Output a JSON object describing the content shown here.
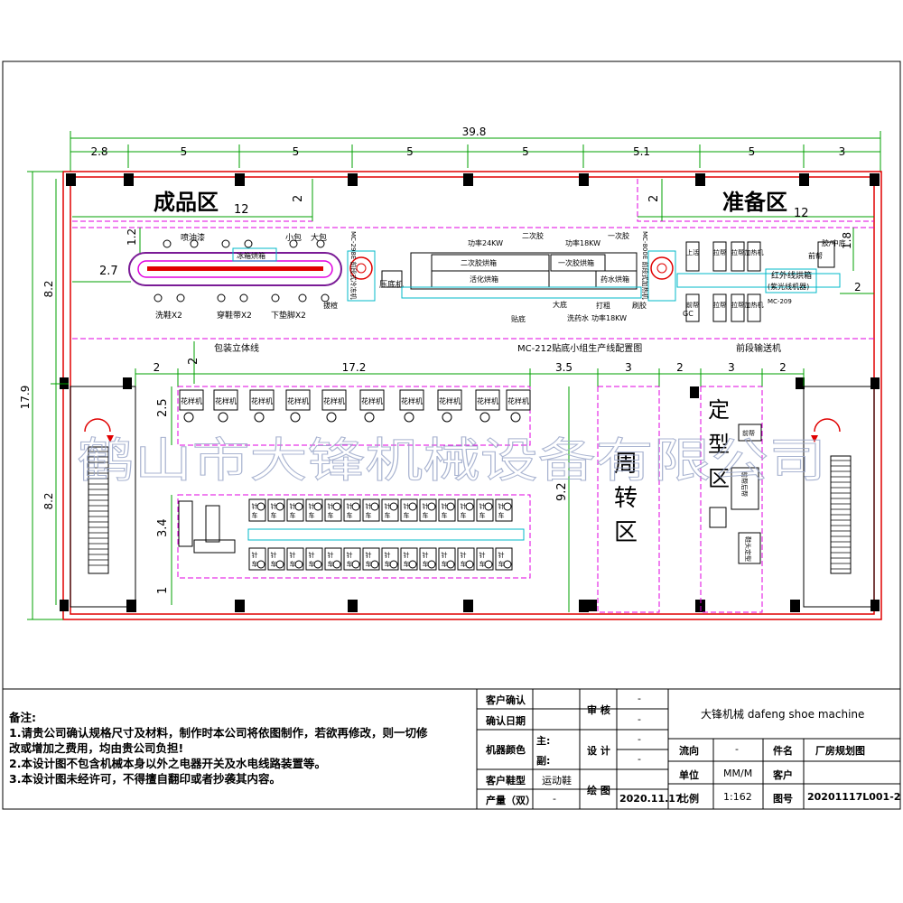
{
  "drawing": {
    "title": "MC-212贴底小组生产线配置图",
    "watermark": "鹤山市大锋机械设备有限公司",
    "zones": {
      "finished": "成品区",
      "prep": "准备区",
      "turnover": [
        "周",
        "转",
        "区"
      ],
      "setting": [
        "定",
        "型",
        "区"
      ]
    },
    "line_labels": {
      "packing": "包装立体线",
      "front_conveyor": "前段输送机"
    },
    "dimensions": {
      "overall_width": "39.8",
      "top_segments": [
        "2.8",
        "5",
        "5",
        "5",
        "5",
        "5.1",
        "5",
        "3"
      ],
      "overall_height": "17.9",
      "left_heights": [
        "8.2",
        "8.2"
      ],
      "finished_len": "12",
      "prep_len": "12",
      "finished_gap": "2",
      "prep_gap": "2",
      "left_offset": "2.7",
      "top_gap": "1.2",
      "right_gap_v": "1.8",
      "right_gap_h": "2",
      "lower_segments": [
        "2",
        "17.2",
        "3.5",
        "3",
        "2",
        "3",
        "2"
      ],
      "lower_first_v": "2",
      "lower_left_heights": [
        "2.5",
        "3.4",
        "1"
      ],
      "turnover_height": "9.2"
    },
    "machines": {
      "upper_labels": [
        "喷油漆",
        "小包",
        "大包",
        "冰箱烘箱"
      ],
      "lower_labels": [
        "洗鞋X2",
        "穿鞋带X2",
        "下垫脚X2"
      ],
      "mc_left": "MC-298E 前段式冷冻机",
      "pressor": "压底机",
      "tension": "拔楦",
      "power1": "功率24KW",
      "dryer1": "二次胶烘箱",
      "activ": "活化烘箱",
      "power2": "二次胶",
      "power3": "功率18KW",
      "glue1": "一次胶",
      "dryer2": "一次胶烘箱",
      "dryer3": "药水烘箱",
      "bottom": [
        "贴底",
        "大底",
        "洗药水",
        "打粗",
        "功率18KW",
        "刷胶"
      ],
      "mc_right": "MC-800E 前段式加热机",
      "right_cols": [
        "上活",
        "拉帮",
        "拉帮",
        "加热机",
        "前帮",
        "拉帮",
        "拉帮",
        "加热机"
      ],
      "ir": "红外线烘箱",
      "ir_sub": "(紫光线机器)",
      "gc": "GC",
      "right_end": [
        "前帮",
        "胶/中底"
      ],
      "mc_209": "MC-209",
      "sample": "花样机",
      "needle": [
        "针",
        "车"
      ],
      "setting_machines": [
        "前帮",
        "前帮后帮",
        "鞋头定型"
      ]
    }
  },
  "notes": {
    "heading": "备注:",
    "items": [
      "1.请贵公司确认规格尺寸及材料，制作时本公司将依图制作，若欲再修改，则一切修",
      "改或增加之费用，均由贵公司负担!",
      "2.本设计图不包含机械本身以外之电器开关及水电线路装置等。",
      "3.本设计图未经许可，不得擅自翻印或者抄袭其内容。"
    ]
  },
  "title_block": {
    "customer_confirm": "客户确认",
    "confirm_date": "确认日期",
    "machine_color": "机器颜色",
    "main": "主:",
    "sub": "副:",
    "shoe_type_label": "客户鞋型",
    "shoe_type": "运动鞋",
    "output_label": "产量（双）",
    "output": "-",
    "audit": "审 核",
    "design": "设 计",
    "drawing": "绘 图",
    "date": "2020.11.17",
    "dash": "-",
    "company": "大锋机械   dafeng shoe machine",
    "flow_label": "流向",
    "flow": "-",
    "part_label": "件名",
    "part": "厂房规划图",
    "unit_label": "单位",
    "unit": "MM/M",
    "client_label": "客户",
    "scale_label": "比例",
    "scale": "1:162",
    "drawing_no_label": "图号",
    "drawing_no": "20201117L001-2"
  },
  "colors": {
    "green": "#00a000",
    "magenta": "#e000e0",
    "cyan": "#00b8c8",
    "red": "#e00000",
    "purple": "#7a1b96",
    "watermark": "#9aa6c8"
  }
}
